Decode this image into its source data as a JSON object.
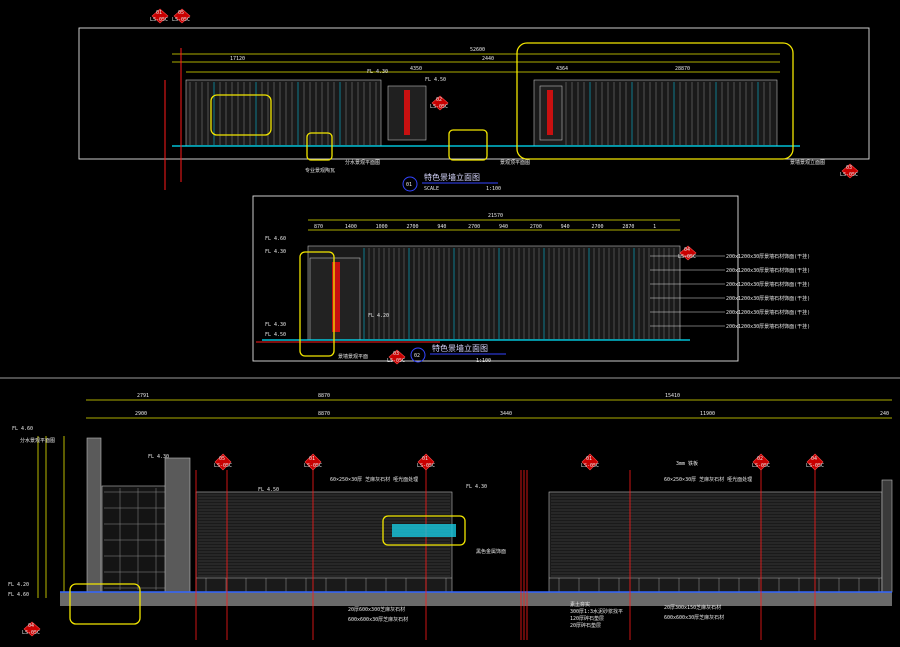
{
  "panel1": {
    "title": "特色景墙立面图",
    "number": "01",
    "scale": "SCALE",
    "scale_value": "1:100",
    "total_dim": "52600",
    "dims": [
      "17120",
      "2440",
      "4350",
      "4364",
      "28870"
    ],
    "elev_labels": [
      "FL 4.30",
      "FL 4.50"
    ],
    "callouts": [
      {
        "top": "01",
        "bottom": "LS-05C"
      },
      {
        "top": "05",
        "bottom": "LS-05C"
      },
      {
        "top": "02",
        "bottom": "LS-05C"
      },
      {
        "top": "03",
        "bottom": "LS-05C"
      }
    ],
    "notes": [
      "专业景观陶瓦",
      "分水景观平面图",
      "景观顶平面图",
      "景墙景观立面图"
    ]
  },
  "panel2": {
    "title": "特色景墙立面图",
    "number": "02",
    "scale_value": "1:100",
    "total_dim": "21570",
    "dims": [
      "870",
      "1400",
      "1000",
      "2700",
      "940",
      "2700",
      "940",
      "2700",
      "940",
      "2700",
      "2870",
      "1"
    ],
    "elev_labels": [
      "FL 4.60",
      "FL 4.30",
      "FL 4.30",
      "FL 4.50",
      "FL 4.20"
    ],
    "callouts": [
      {
        "top": "04",
        "bottom": "LS-05C"
      },
      {
        "top": "03",
        "bottom": "LS-05C"
      }
    ],
    "notes": [
      "200x1200x30厚景墙石材饰面(干挂)",
      "200x1200x30厚景墙石材饰面(干挂)",
      "200x1200x30厚景墙石材饰面(干挂)",
      "200x1200x30厚景墙石材饰面(干挂)",
      "200x1200x30厚景墙石材饰面(干挂)",
      "200x1200x30厚景墙石材饰面(干挂)"
    ],
    "bottom_note": "景墙景观平面"
  },
  "panel3": {
    "top_dims": [
      "2791",
      "8870",
      "15410"
    ],
    "sub_dims": [
      "2900",
      "8870",
      "3440",
      "11900",
      "240"
    ],
    "elev_labels": [
      "FL 4.60",
      "FL 4.30",
      "FL 4.50",
      "FL 4.20",
      "FL 4.60",
      "FL 4.30"
    ],
    "callouts": [
      {
        "top": "05",
        "bottom": "LS-05C"
      },
      {
        "top": "01",
        "bottom": "LS-05C"
      },
      {
        "top": "01",
        "bottom": "LS-05C"
      },
      {
        "top": "01",
        "bottom": "LS-05C"
      },
      {
        "top": "02",
        "bottom": "LS-05C"
      },
      {
        "top": "04",
        "bottom": "LS-05C"
      }
    ],
    "notes_top": [
      "60×250×30厚 芝麻灰石材 哑光面处理",
      "60×250×30厚 芝麻灰石材 哑光面处理",
      "3mm 铁板"
    ],
    "notes_bottom": [
      "20厚600x300芝麻灰石材",
      "600x600x30厚芝麻灰石材",
      "20厚300x150芝麻灰石材",
      "600x600x30厚芝麻灰石材",
      "素土夯实",
      "300厚1:3水泥砂浆找平",
      "120厚碎石垫层",
      "20厚碎石垫层"
    ],
    "left_notes": [
      "分水景观平面图"
    ],
    "side_notes": [
      "黑色金属饰面"
    ],
    "callout_bottom_left": {
      "top": "04",
      "bottom": "LS-05C"
    }
  }
}
